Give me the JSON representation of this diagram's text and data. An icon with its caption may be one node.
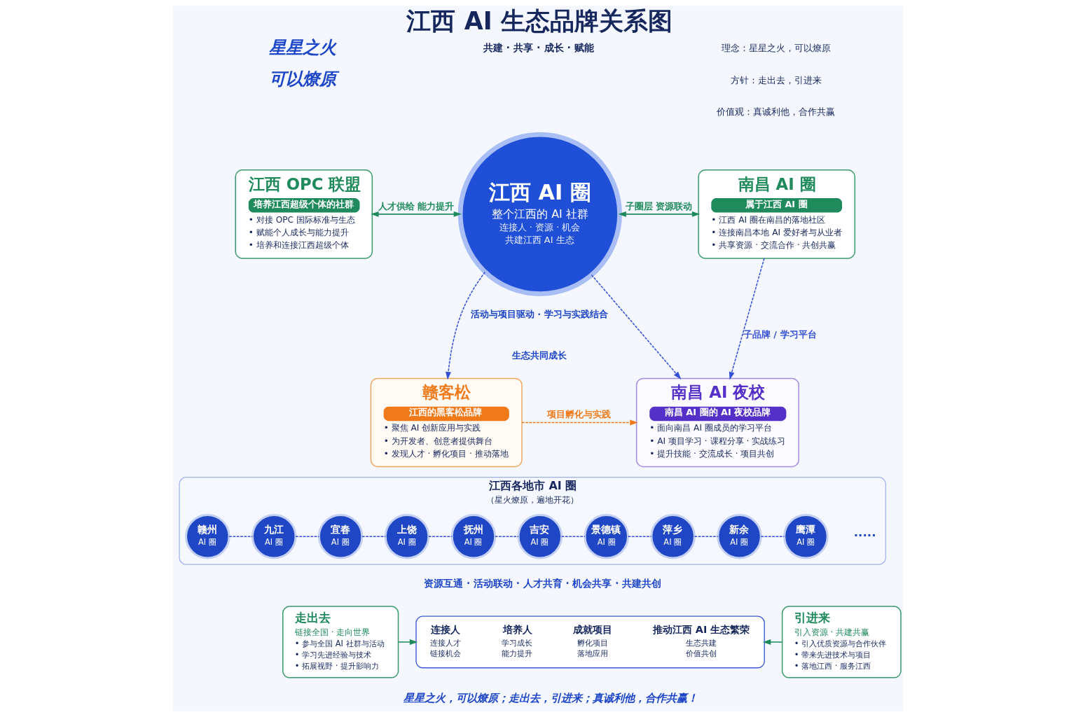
{
  "diagram": {
    "title": "江西 AI 生态品牌关系图",
    "nodes": [
      {
        "text": [
          "江西 OPC 联盟",
          "培养江西超级个体的社群",
          "• 对接 OPC 国际标准与生态",
          "• 赋能个人成长与能力提升",
          "• 培养和连接江西超级个体"
        ]
      },
      {
        "text": [
          "江西 AI 圈",
          "整个江西的 AI 社群",
          "连接人 · 资源 · 机会",
          "共建江西 AI 生态"
        ]
      },
      {
        "text": [
          "南昌 AI 圈",
          "属于江西 AI 圈",
          "• 江西 AI 圈在南昌的落地社区",
          "• 连接南昌本地 AI 爱好者与从业者",
          "• 共享资源 · 交流合作 · 共创共赢"
        ]
      },
      {
        "text": [
          "赣客松",
          "江西的黑客松品牌",
          "• 聚焦 AI 创新应用与实践",
          "• 为开发者、创意者提供舞台",
          "• 发现人才 · 孵化项目 · 推动落地"
        ]
      },
      {
        "text": [
          "南昌 AI 夜校",
          "南昌 AI 圈的 AI 夜校品牌",
          "• 面向南昌 AI 圈成员的学习平台",
          "• AI 项目学习 · 课程分享 · 实战练习",
          "• 提升技能 · 交流成长 · 项目共创"
        ]
      },
      {
        "text": [
          "江西各地市 AI 圈",
          "（星火燎原，遍地开花）"
        ]
      },
      {
        "text": [
          "赣州",
          "AI 圈"
        ],
        "in": 5
      },
      {
        "text": [
          "九江",
          "AI 圈"
        ],
        "in": 5
      },
      {
        "text": [
          "宜春",
          "AI 圈"
        ],
        "in": 5
      },
      {
        "text": [
          "上饶",
          "AI 圈"
        ],
        "in": 5
      },
      {
        "text": [
          "抚州",
          "AI 圈"
        ],
        "in": 5
      },
      {
        "text": [
          "吉安",
          "AI 圈"
        ],
        "in": 5
      },
      {
        "text": [
          "景德镇",
          "AI 圈"
        ],
        "in": 5
      },
      {
        "text": [
          "萍乡",
          "AI 圈"
        ],
        "in": 5
      },
      {
        "text": [
          "新余",
          "AI 圈"
        ],
        "in": 5
      },
      {
        "text": [
          "鹰潭",
          "AI 圈"
        ],
        "in": 5
      },
      {
        "text": [
          "走出去",
          "链接全国 · 走向世界",
          "• 参与全国 AI 社群与活动",
          "• 学习先进经验与技术",
          "• 拓展视野 · 提升影响力"
        ]
      },
      {
        "text": [],
        "shape": "box"
      },
      {
        "text": [
          "连接人",
          "连接人才",
          "链接机会"
        ],
        "in": 17
      },
      {
        "text": [
          "培养人",
          "学习成长",
          "能力提升"
        ],
        "in": 17
      },
      {
        "text": [
          "成就项目",
          "孵化项目",
          "落地应用"
        ],
        "in": 17
      },
      {
        "text": [
          "推动江西 AI 生态繁荣",
          "生态共建",
          "价值共创"
        ],
        "in": 17
      },
      {
        "text": [
          "引进来",
          "引入资源 · 共建共赢",
          "• 引入优质资源与合作伙伴",
          "• 带来先进技术与项目",
          "• 落地江西 · 服务江西"
        ]
      }
    ],
    "edges": [
      {
        "from": 0,
        "to": 1,
        "arrow": "both",
        "label": "人才供给 能力提升",
        "color": "#1f8a5b"
      },
      {
        "from": 1,
        "to": 2,
        "arrow": "both",
        "label": "子圈层 资源联动",
        "color": "#1f8a5b"
      },
      {
        "from": 1,
        "to": 3,
        "arrow": "to",
        "style": "dashed"
      },
      {
        "from": 1,
        "to": 4,
        "arrow": "to",
        "style": "dashed"
      },
      {
        "from": 2,
        "to": 4,
        "arrow": "to",
        "style": "dashed",
        "label": "子品牌 / 学习平台"
      },
      {
        "from": 3,
        "to": 4,
        "arrow": "to",
        "style": "dashed",
        "label": "项目孵化与实践",
        "color": "#f07a1a"
      },
      {
        "from": 6,
        "to": 7,
        "arrow": "none",
        "style": "dashed"
      },
      {
        "from": 7,
        "to": 8,
        "arrow": "none",
        "style": "dashed"
      },
      {
        "from": 8,
        "to": 9,
        "arrow": "none",
        "style": "dashed"
      },
      {
        "from": 9,
        "to": 10,
        "arrow": "none",
        "style": "dashed"
      },
      {
        "from": 10,
        "to": 11,
        "arrow": "none",
        "style": "dashed"
      },
      {
        "from": 11,
        "to": 12,
        "arrow": "none",
        "style": "dashed"
      },
      {
        "from": 12,
        "to": 13,
        "arrow": "none",
        "style": "dashed"
      },
      {
        "from": 13,
        "to": 14,
        "arrow": "none",
        "style": "dashed"
      },
      {
        "from": 14,
        "to": 15,
        "arrow": "none",
        "style": "dashed"
      },
      {
        "from": 16,
        "to": 17,
        "arrow": "to",
        "color": "#1f8a5b"
      },
      {
        "from": 22,
        "to": 17,
        "arrow": "to",
        "color": "#1f8a5b"
      }
    ],
    "labels": [
      "星星之火",
      "可以燎原",
      "共建 · 共享 · 成长 · 赋能",
      "理念：星星之火，可以燎原",
      "方针：走出去，引进来",
      "价值观：真诚利他，合作共赢",
      "活动与项目驱动 · 学习与实践结合",
      "生态共同成长",
      "·····",
      "资源互通 · 活动联动 · 人才共育 · 机会共享 · 共建共创",
      "星星之火，可以燎原；走出去，引进来；真诚利他，合作共赢！"
    ]
  }
}
